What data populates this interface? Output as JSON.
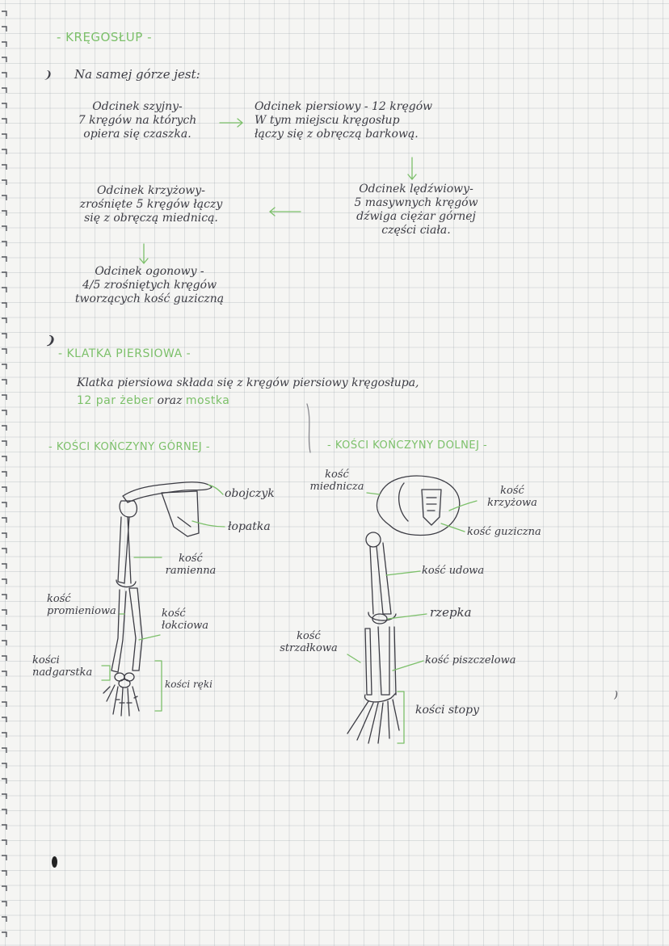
{
  "spine": {
    "heading": "- KRĘGOSŁUP -",
    "intro": "Na samej górze jest:",
    "cervical": [
      "Odcinek szyjny-",
      "7 kręgów na których",
      "opiera się czaszka."
    ],
    "thoracic": [
      "Odcinek piersiowy - 12 kręgów",
      "W tym miejscu kręgosłup",
      "łączy się z obręczą barkową."
    ],
    "lumbar": [
      "Odcinek lędźwiowy-",
      "5 masywnych kręgów",
      "dźwiga ciężar górnej",
      "części ciała."
    ],
    "sacral": [
      "Odcinek krzyżowy-",
      "zrośnięte 5 kręgów łączy",
      "się z obręczą miednicą."
    ],
    "coccygeal": [
      "Odcinek ogonowy -",
      "4/5 zrośniętych kręgów",
      "tworzących kość guziczną"
    ]
  },
  "chest": {
    "heading": "- KLATKA PIERSIOWA -",
    "line1": "Klatka piersiowa składa się z kręgów piersiowy kręgosłupa,",
    "line2_green1": "12 par żeber",
    "line2_mid": "oraz",
    "line2_green2": "mostka"
  },
  "upper": {
    "heading": "- KOŚCI KOŃCZYNY GÓRNEJ -",
    "labels": {
      "clavicle": "obojczyk",
      "scapula": "łopatka",
      "humerus": "kość ramienna",
      "radius": "kość promieniowa",
      "ulna": "kość łokciowa",
      "carpals": "kości nadgarstka",
      "hand": "kości ręki"
    }
  },
  "lower": {
    "heading": "- KOŚCI KOŃCZYNY DOLNEJ -",
    "labels": {
      "pelvis": "kość miednicza",
      "sacrum": "kość krzyżowa",
      "coccyx": "kość guziczna",
      "femur": "kość udowa",
      "patella": "rzepka",
      "fibula": "kość strzałkowa",
      "tibia": "kość piszczelowa",
      "foot": "kości stopy"
    }
  },
  "colors": {
    "accent": "#7cc06a",
    "ink": "#3c3c44",
    "grid": "#c4c9cf"
  }
}
